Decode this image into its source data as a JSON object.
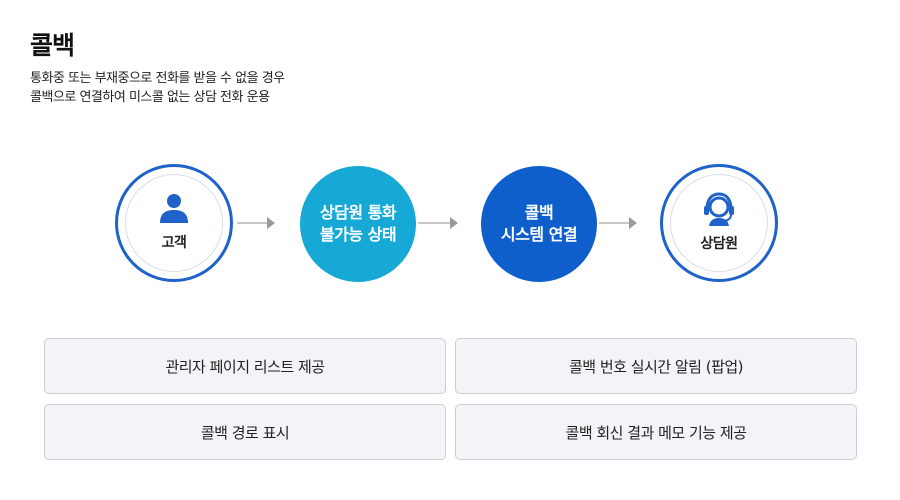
{
  "title": "콜백",
  "description": [
    "통화중 또는 부재중으로 전화를 받을 수 없을 경우",
    "콜백으로 연결하여 미스콜 없는 상담 전화 운용"
  ],
  "flow": [
    {
      "label": "고객",
      "icon": "person-icon",
      "style": "outline"
    },
    {
      "label": "상담원 통화\n불가능 상태",
      "style": "cyan"
    },
    {
      "label": "콜백\n시스템 연결",
      "style": "blue"
    },
    {
      "label": "상담원",
      "icon": "headset-agent-icon",
      "style": "outline"
    }
  ],
  "features": [
    "관리자 페이지 리스트 제공",
    "콜백 번호 실시간 알림 (팝업)",
    "콜백 경로 표시",
    "콜백 회신 결과 메모 기능 제공"
  ],
  "colors": {
    "outline_border": "#1f62c9",
    "cyan_fill": "#17a9d6",
    "blue_fill": "#0e5fcc",
    "feature_bg": "#f3f4f7",
    "icon_blue": "#1f62c9"
  }
}
